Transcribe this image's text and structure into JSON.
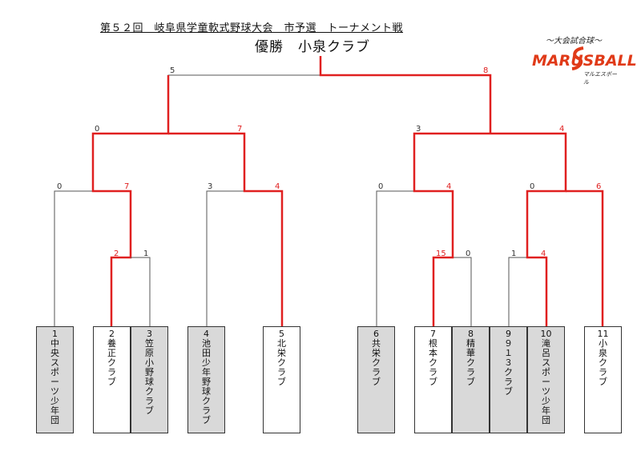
{
  "title": "第５２回　岐阜県学童軟式野球大会　市予選　トーナメント戦",
  "champion": "優勝　小泉クラブ",
  "logo": {
    "subtitle": "～大会試合球～",
    "brand": "MARUSBALL",
    "kana": "マルエスボール"
  },
  "teams": [
    {
      "no": "1",
      "name": "中央スポーツ少年団"
    },
    {
      "no": "2",
      "name": "養正クラブ"
    },
    {
      "no": "3",
      "name": "笠原小野球クラブ"
    },
    {
      "no": "4",
      "name": "池田少年野球クラブ"
    },
    {
      "no": "5",
      "name": "北栄クラブ"
    },
    {
      "no": "6",
      "name": "共栄クラブ"
    },
    {
      "no": "7",
      "name": "根本クラブ"
    },
    {
      "no": "8",
      "name": "精華クラブ"
    },
    {
      "no": "9",
      "name": "９１３クラブ"
    },
    {
      "no": "10",
      "name": "滝呂スポーツ少年団"
    },
    {
      "no": "11",
      "name": "小泉クラブ"
    }
  ],
  "scores": {
    "r1_2v3_left": "2",
    "r1_2v3_right": "1",
    "r1_7v8_left": "15",
    "r1_7v8_right": "0",
    "r1_9v10_left": "1",
    "r1_9v10_right": "4",
    "r2_A_left": "0",
    "r2_A_right": "7",
    "r2_B_left": "3",
    "r2_B_right": "4",
    "r2_C_left": "0",
    "r2_C_right": "4",
    "r2_D_left": "0",
    "r2_D_right": "6",
    "sf_left_left": "0",
    "sf_left_right": "7",
    "sf_right_left": "3",
    "sf_right_right": "4",
    "final_left": "5",
    "final_right": "8"
  },
  "colors": {
    "win": "#e02020",
    "lose": "#555555",
    "gray_box": "#d9d9d9"
  }
}
